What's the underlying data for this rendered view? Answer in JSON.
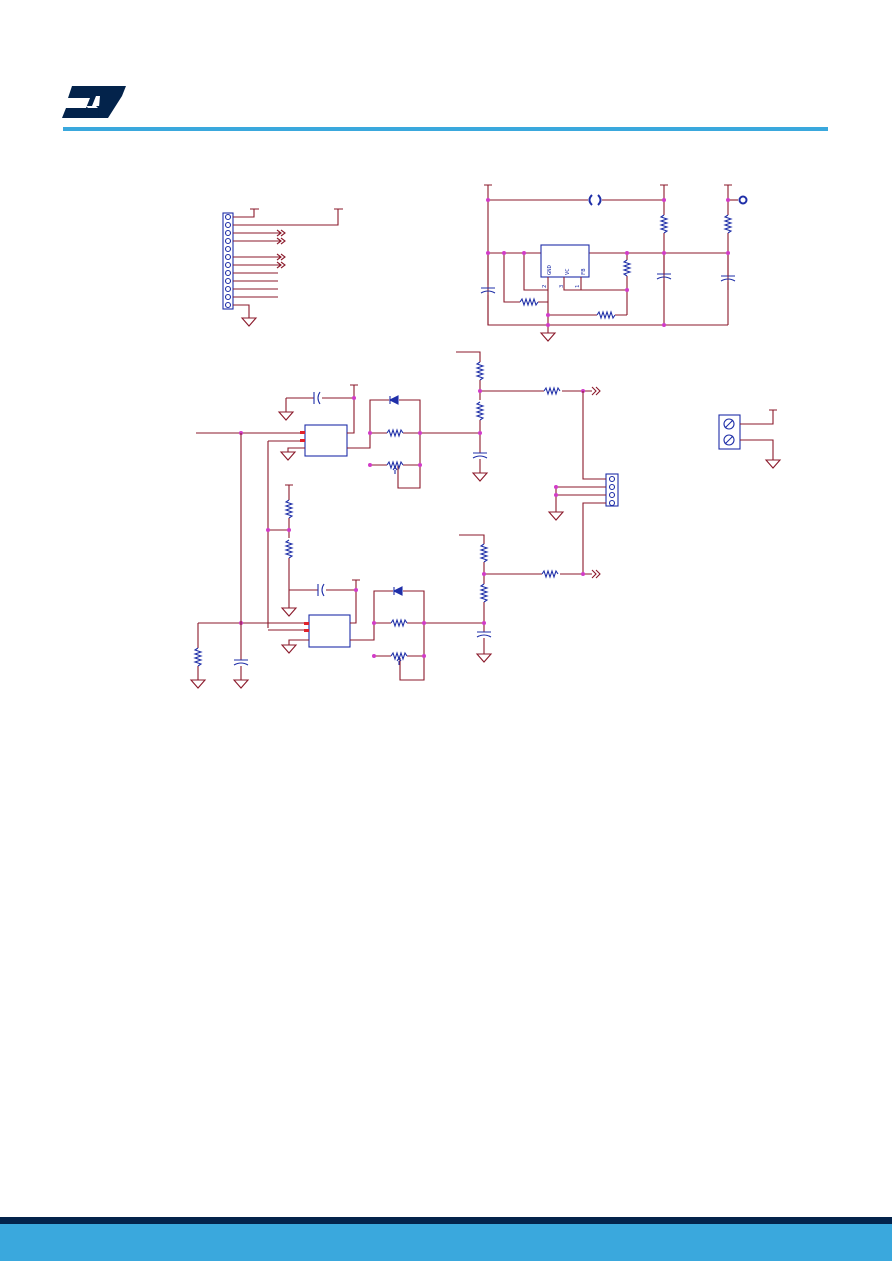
{
  "brand": {
    "logo_text": "ST",
    "primary_color": "#03234b",
    "accent_color": "#3aa8dd"
  },
  "schematic": {
    "wire_color": "#8b1a2b",
    "component_color": "#1f2fa8",
    "junction_color": "#d23cc8",
    "regulator_pins": [
      {
        "number": "2",
        "name": "GND"
      },
      {
        "number": "3",
        "name": "VC"
      },
      {
        "number": "1",
        "name": "FB"
      }
    ]
  }
}
